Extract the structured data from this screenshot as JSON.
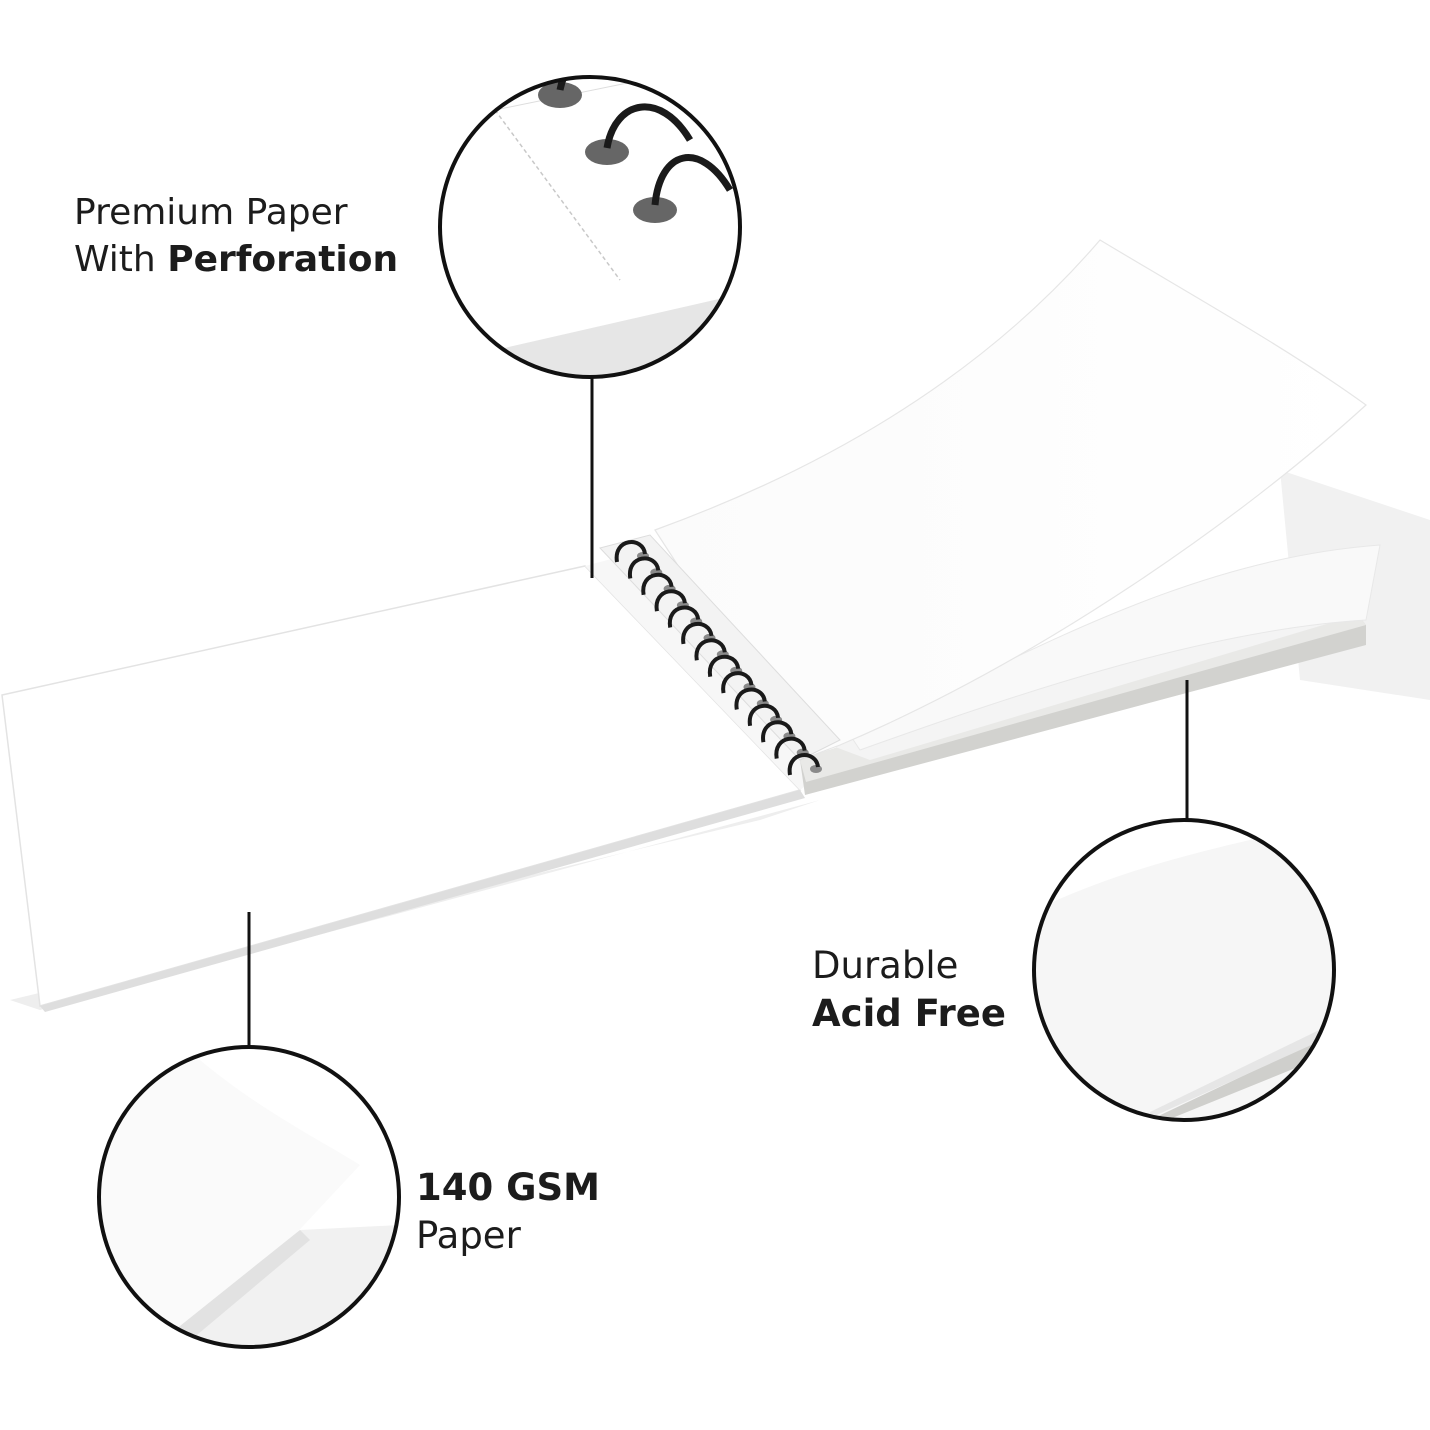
{
  "features": {
    "perforation": {
      "line1": "Premium Paper",
      "line2_prefix": "With",
      "line2_bold": "Perforation"
    },
    "acid_free": {
      "line1": "Durable",
      "line2": "Acid Free"
    },
    "gsm": {
      "line1": "140 GSM",
      "line2": "Paper"
    }
  },
  "colors": {
    "text": "#1c1c1c",
    "line": "#111111",
    "paper": "#ffffff",
    "paper_edge": "#c9c9c6",
    "shadow": "#e9e9e9",
    "coil": "#1a1a1a"
  }
}
